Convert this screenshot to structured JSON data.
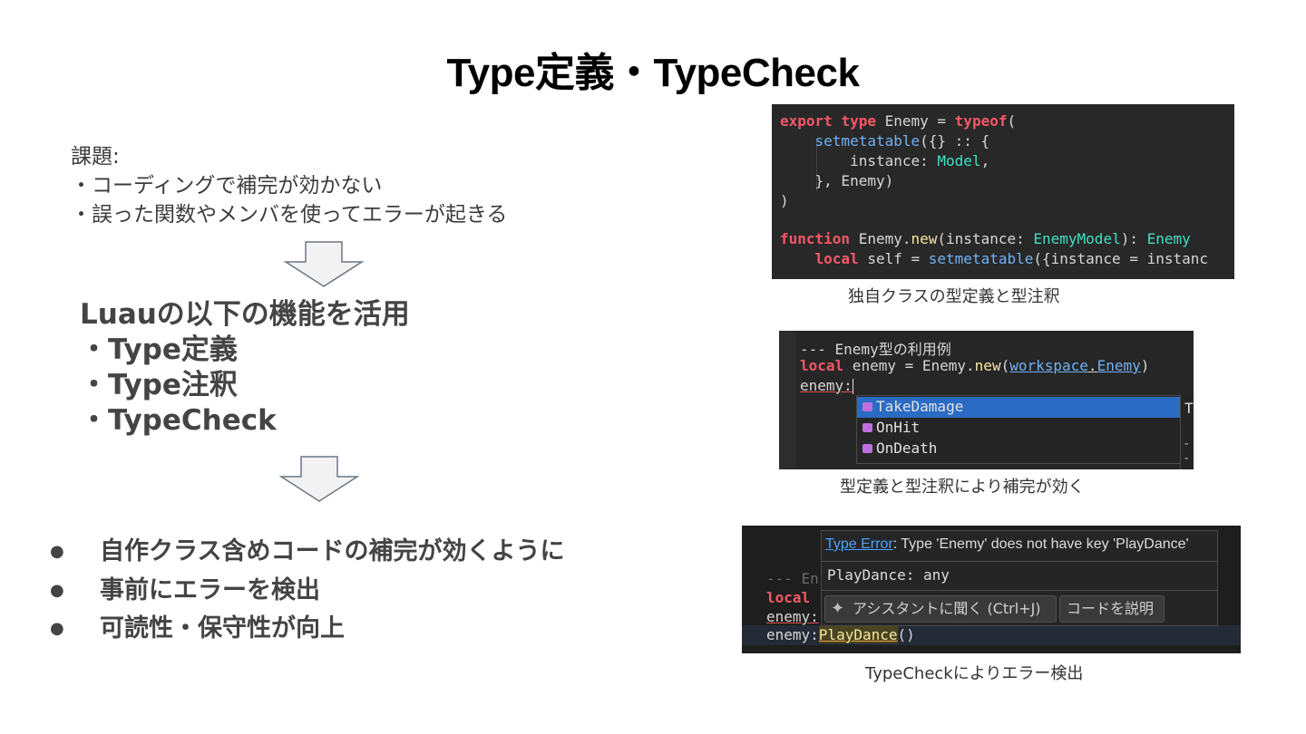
{
  "slide": {
    "title": "Type定義・TypeCheck",
    "issues": {
      "heading": "課題:",
      "items": [
        "・コーディングで補完が効かない",
        "・誤った関数やメンバを使ってエラーが起きる"
      ]
    },
    "features": {
      "heading": "Luauの以下の機能を活用",
      "items": [
        "・Type定義",
        "・Type注釈",
        "・TypeCheck"
      ]
    },
    "results": {
      "bullet": "●",
      "items": [
        "自作クラス含めコードの補完が効くように",
        "事前にエラーを検出",
        "可読性・保守性が向上"
      ]
    }
  },
  "screenshot1": {
    "caption": "独自クラスの型定義と型注釈",
    "lines": [
      [
        "export",
        " ",
        "type",
        " Enemy = ",
        "typeof",
        "("
      ],
      [
        "    ",
        "setmetatable",
        "({} :: {"
      ],
      [
        "        instance: ",
        "Model",
        ","
      ],
      [
        "    }, Enemy)"
      ],
      [
        ")"
      ],
      [
        ""
      ],
      [
        "function",
        " Enemy.",
        "new",
        "(instance: ",
        "EnemyModel",
        "): ",
        "Enemy"
      ],
      [
        "    ",
        "local",
        " self = ",
        "setmetatable",
        "({instance = instanc"
      ]
    ]
  },
  "screenshot2": {
    "caption": "型定義と型注釈により補完が効く",
    "comment": "--- Enemy型の利用例",
    "line2": [
      "local",
      " enemy = Enemy.",
      "new",
      "(",
      "workspace",
      ".",
      "Enemy",
      ")"
    ],
    "line3": "enemy:",
    "autocomplete": [
      "TakeDamage",
      "OnHit",
      "OnDeath"
    ],
    "side_fragments": [
      "T",
      "--"
    ]
  },
  "screenshot3": {
    "caption": "TypeCheckによりエラー検出",
    "error_link": "Type Error",
    "error_message": ": Type 'Enemy' does not have key 'PlayDance'",
    "signature": "PlayDance: any",
    "assistant_button": "アシスタントに聞く (Ctrl+J)",
    "explain_button": "コードを説明",
    "bg_lines": [
      "--- En",
      "local",
      "enemy:"
    ],
    "current_line_prefix": "enemy:",
    "current_line_member": "PlayDance",
    "current_line_suffix": "()"
  },
  "colors": {
    "keyword": "#f85767",
    "function": "#71b1f4",
    "type": "#3fe0c0",
    "selection": "#2a6bc4",
    "link": "#4aa3ff"
  }
}
